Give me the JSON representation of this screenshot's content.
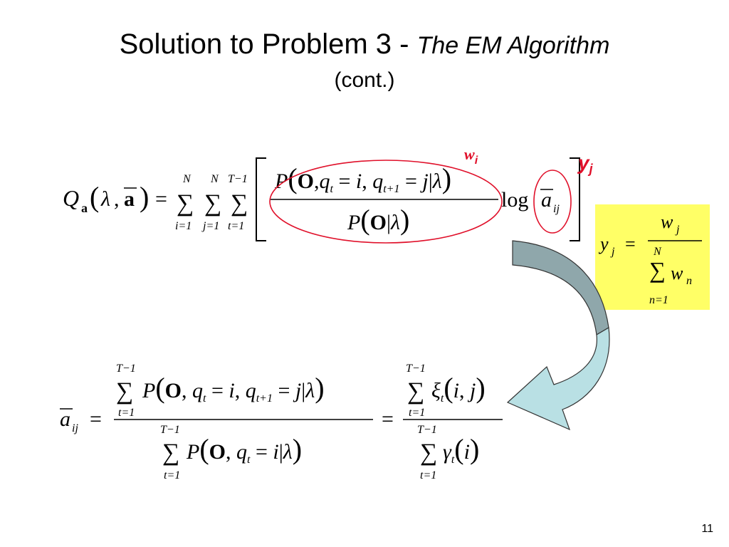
{
  "slide": {
    "title_main": "Solution to Problem 3 - ",
    "title_italic": "The EM Algorithm",
    "subtitle": "(cont.)",
    "page_number": "11"
  },
  "labels": {
    "w_label": "w",
    "w_sub": "i",
    "y_label": "y",
    "y_sub": "j"
  },
  "colors": {
    "ellipse": "#e0102a",
    "label_red": "#e0102a",
    "yellow_box": "#ffff66",
    "arrow_top": "#8fa7ab",
    "arrow_bottom": "#b9e0e4"
  },
  "equation1": {
    "Q": "Q",
    "Q_sub": "a",
    "lambda": "λ",
    "a_bold": "a",
    "sum1_top": "N",
    "sum1_bottom": "i=1",
    "sum2_top": "N",
    "sum2_bottom": "j=1",
    "sum3_top": "T−1",
    "sum3_bottom": "t=1",
    "numerator": "P(O,q_t = i, q_t+1 = j | λ)",
    "denominator": "P(O | λ)",
    "log": "log",
    "a_bar": "a",
    "a_sub": "ij"
  },
  "equation_box": {
    "lhs": "y",
    "lhs_sub": "j",
    "num": "w",
    "num_sub": "j",
    "sum_top": "N",
    "sum_bottom": "n=1",
    "den": "w",
    "den_sub": "n"
  },
  "equation2": {
    "lhs": "a",
    "lhs_sub": "ij",
    "sum_top": "T−1",
    "sum_bottom": "t=1",
    "num": "P(O, q_t = i, q_t+1 = j | λ)",
    "den": "P(O, q_t = i | λ)",
    "rhs_num": "ξ_t(i, j)",
    "rhs_den": "γ_t(i)"
  }
}
